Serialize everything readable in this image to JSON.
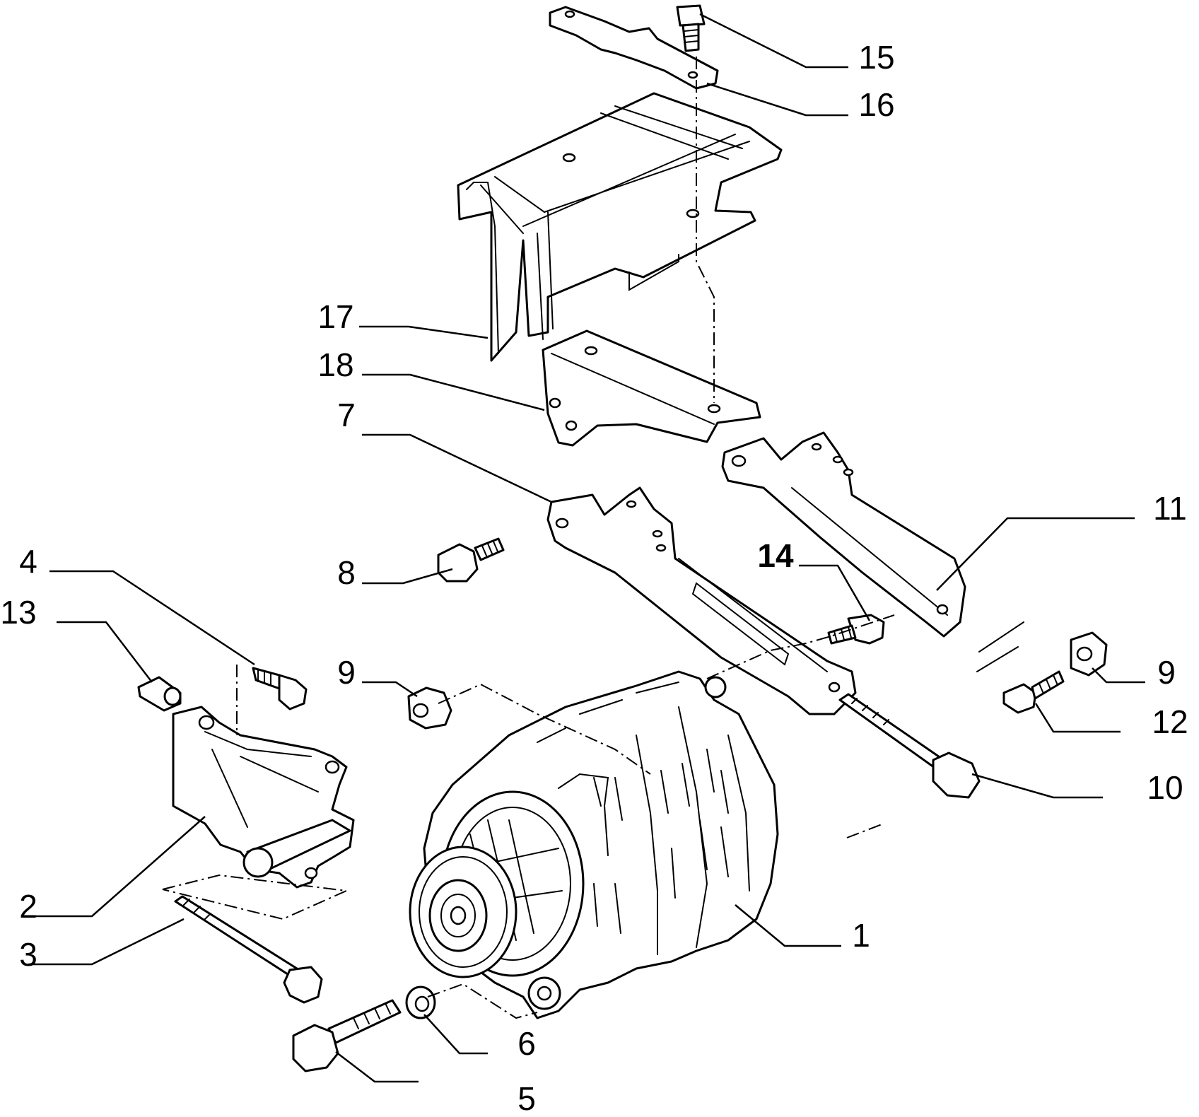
{
  "callouts": {
    "c1": "1",
    "c2": "2",
    "c3": "3",
    "c4": "4",
    "c5": "5",
    "c6": "6",
    "c7": "7",
    "c8": "8",
    "c9a": "9",
    "c9b": "9",
    "c10": "10",
    "c11": "11",
    "c12": "12",
    "c13": "13",
    "c14": "14",
    "c15": "15",
    "c16": "16",
    "c17": "17",
    "c18": "18"
  }
}
